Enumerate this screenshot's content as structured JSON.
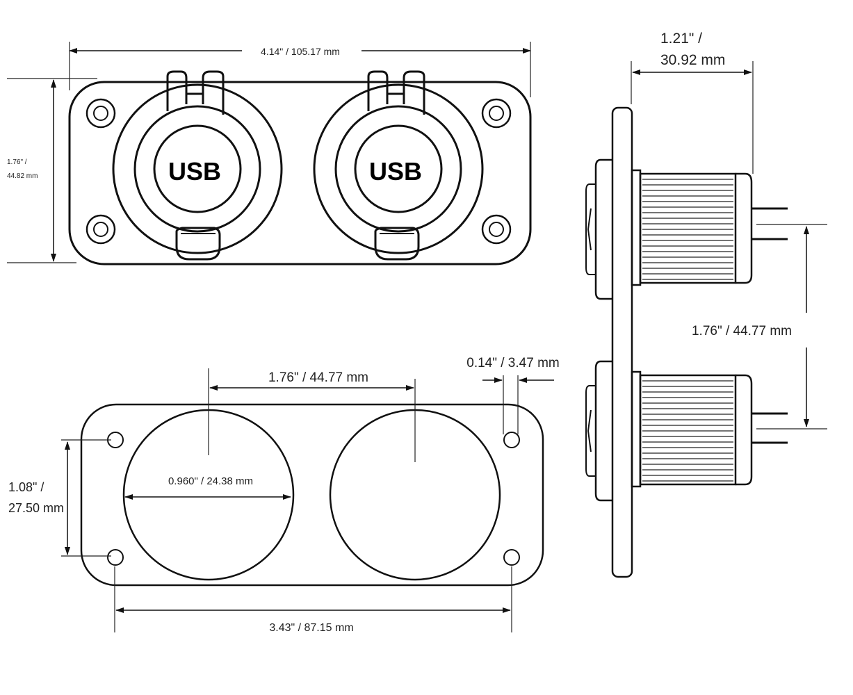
{
  "front_view": {
    "width_label": "4.14\" / 105.17 mm",
    "height_label_in": "1.76\" /",
    "height_label_mm": "44.82 mm",
    "socket_labels": [
      "USB",
      "USB"
    ]
  },
  "cutout_view": {
    "spacing_label": "1.76\" / 44.77 mm",
    "hole_offset_label": "0.14\" / 3.47 mm",
    "diameter_label": "0.960\" / 24.38 mm",
    "hole_height_label_in": "1.08\" /",
    "hole_height_label_mm": "27.50 mm",
    "hole_width_label": "3.43\" / 87.15 mm"
  },
  "side_view": {
    "depth_label_in": "1.21\" /",
    "depth_label_mm": "30.92 mm",
    "spacing_label": "1.76\" / 44.77 mm"
  }
}
